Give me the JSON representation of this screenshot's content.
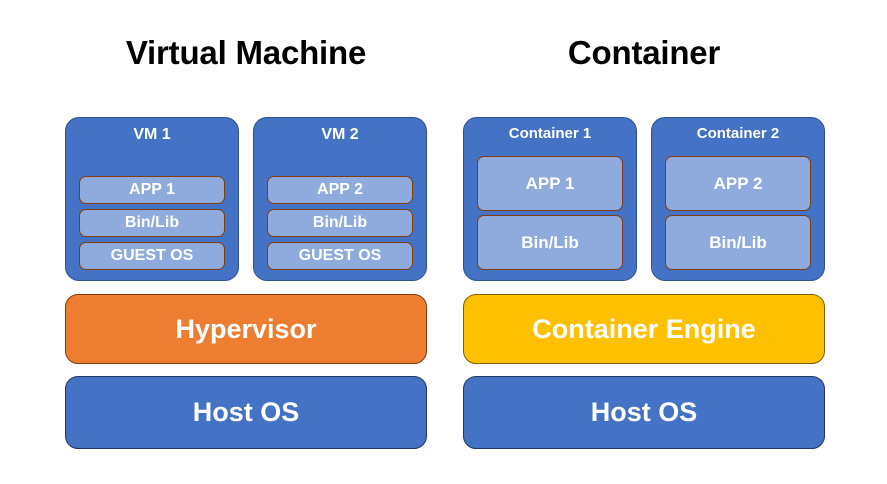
{
  "diagram": {
    "type": "architecture-comparison",
    "background": "#FFFFFF",
    "colors": {
      "outer_box_blue": "#4472C4",
      "inner_box_blue": "#8FAADC",
      "inner_box_border": "#833C0B",
      "hypervisor_orange": "#ED7D31",
      "container_engine_yellow": "#FFC000",
      "host_os_blue": "#4472C4",
      "title_text": "#000000",
      "box_text": "#FFFFFF"
    }
  },
  "columns": [
    {
      "id": "virtual-machine",
      "title": "Virtual Machine",
      "guests": [
        {
          "id": "vm-1",
          "title": "VM 1",
          "layers": [
            "APP 1",
            "Bin/Lib",
            "GUEST OS"
          ]
        },
        {
          "id": "vm-2",
          "title": "VM 2",
          "layers": [
            "APP 2",
            "Bin/Lib",
            "GUEST OS"
          ]
        }
      ],
      "engine": {
        "id": "hypervisor",
        "label": "Hypervisor",
        "color": "#ED7D31"
      },
      "host": {
        "id": "host-os-left",
        "label": "Host OS",
        "color": "#4472C4"
      }
    },
    {
      "id": "container",
      "title": "Container",
      "guests": [
        {
          "id": "container-1",
          "title": "Container 1",
          "layers": [
            "APP 1",
            "Bin/Lib"
          ]
        },
        {
          "id": "container-2",
          "title": "Container 2",
          "layers": [
            "APP 2",
            "Bin/Lib"
          ]
        }
      ],
      "engine": {
        "id": "container-engine",
        "label": "Container Engine",
        "color": "#FFC000"
      },
      "host": {
        "id": "host-os-right",
        "label": "Host OS",
        "color": "#4472C4"
      }
    }
  ]
}
